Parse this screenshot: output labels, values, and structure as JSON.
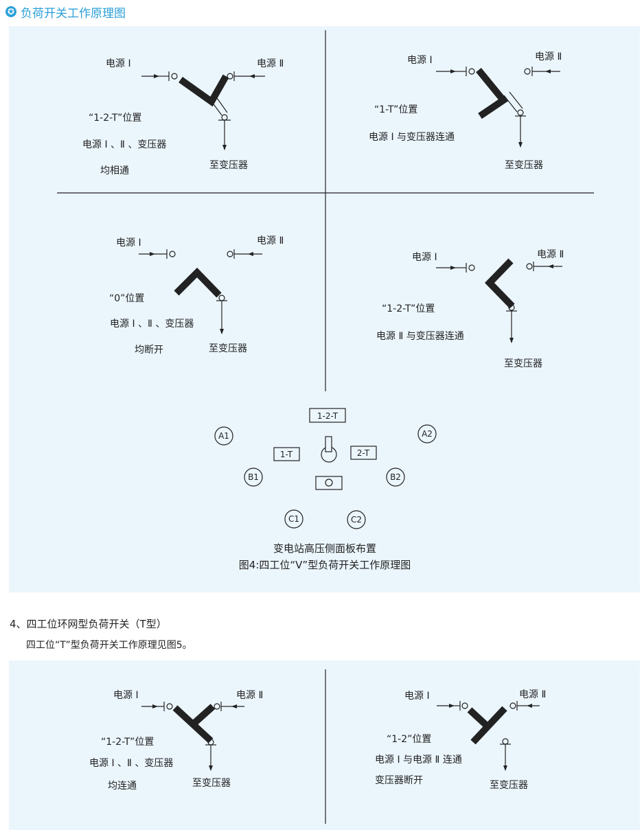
{
  "header": {
    "title": "负荷开关工作原理图",
    "icon": "star-circle-icon"
  },
  "fig4": {
    "q1": {
      "src1": "电源 Ⅰ",
      "src2": "电源  Ⅱ",
      "pos": "“1-2-T”位置",
      "desc1": "电源 Ⅰ 、Ⅱ 、变压器",
      "desc2": "均相通",
      "to": "至变压器"
    },
    "q2": {
      "src1": "电源 Ⅰ",
      "src2": "电源  Ⅱ",
      "pos": "“1-T”位置",
      "desc1": "电源 Ⅰ 与变压器连通",
      "to": "至变压器"
    },
    "q3": {
      "src1": "电源 Ⅰ",
      "src2": "电源  Ⅱ",
      "pos": "“0”位置",
      "desc1": "电源 Ⅰ 、Ⅱ 、变压器",
      "desc2": "均断开",
      "to": "至变压器"
    },
    "q4": {
      "src1": "电源 Ⅰ",
      "src2": "电源  Ⅱ",
      "pos": "“1-2-T”位置",
      "desc1": "电源 Ⅱ 与变压器连通",
      "to": "至变压器"
    },
    "panel": {
      "box_12t": "1-2-T",
      "box_1t": "1-T",
      "box_2t": "2-T",
      "a1": "A1",
      "a2": "A2",
      "b1": "B1",
      "b2": "B2",
      "c1": "C1",
      "c2": "C2",
      "title": "变电站高压侧面板布置"
    },
    "caption": "图4:四工位“V”型负荷开关工作原理图"
  },
  "section": {
    "heading": "4、四工位环网型负荷开关（T型）",
    "desc": "四工位“T”型负荷开关工作原理见图5。"
  },
  "fig5": {
    "left": {
      "src1": "电源 Ⅰ",
      "src2": "电源  Ⅱ",
      "pos": "“1-2-T”位置",
      "desc1": "电源 Ⅰ 、Ⅱ 、变压器",
      "desc2": "均连通",
      "to": "至变压器"
    },
    "right": {
      "src1": "电源 Ⅰ",
      "src2": "电源  Ⅱ",
      "pos": "“1-2”位置",
      "desc1": "电源 Ⅰ 与电源 Ⅱ 连通",
      "desc2": "变压器断开",
      "to": "至变压器"
    }
  }
}
